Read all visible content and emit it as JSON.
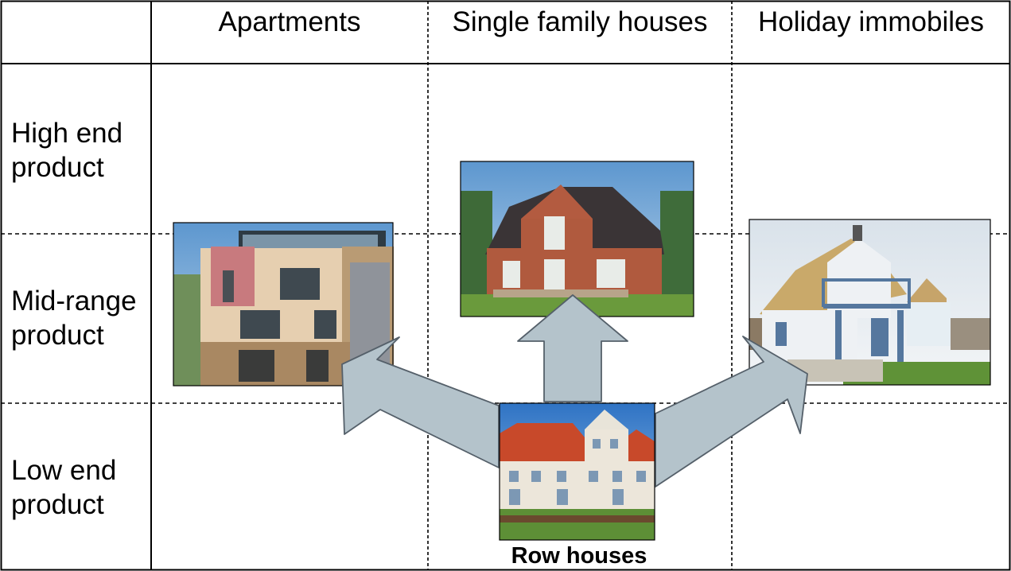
{
  "columns": [
    "Apartments",
    "Single family houses",
    "Holiday immobiles"
  ],
  "rows": [
    {
      "line1": "High end",
      "line2": "product"
    },
    {
      "line1": "Mid-range",
      "line2": "product"
    },
    {
      "line1": "Low end",
      "line2": "product"
    }
  ],
  "photos": {
    "apartments": "apartment-building-photo",
    "single_family": "single-family-house-photo",
    "holiday": "holiday-thatched-house-photo",
    "row_houses": "row-houses-photo"
  },
  "caption": "Row houses",
  "colors": {
    "arrow_fill": "#b4c3cb",
    "arrow_stroke": "#55606a",
    "grid": "#000000",
    "sky": "#7fb0dc"
  }
}
